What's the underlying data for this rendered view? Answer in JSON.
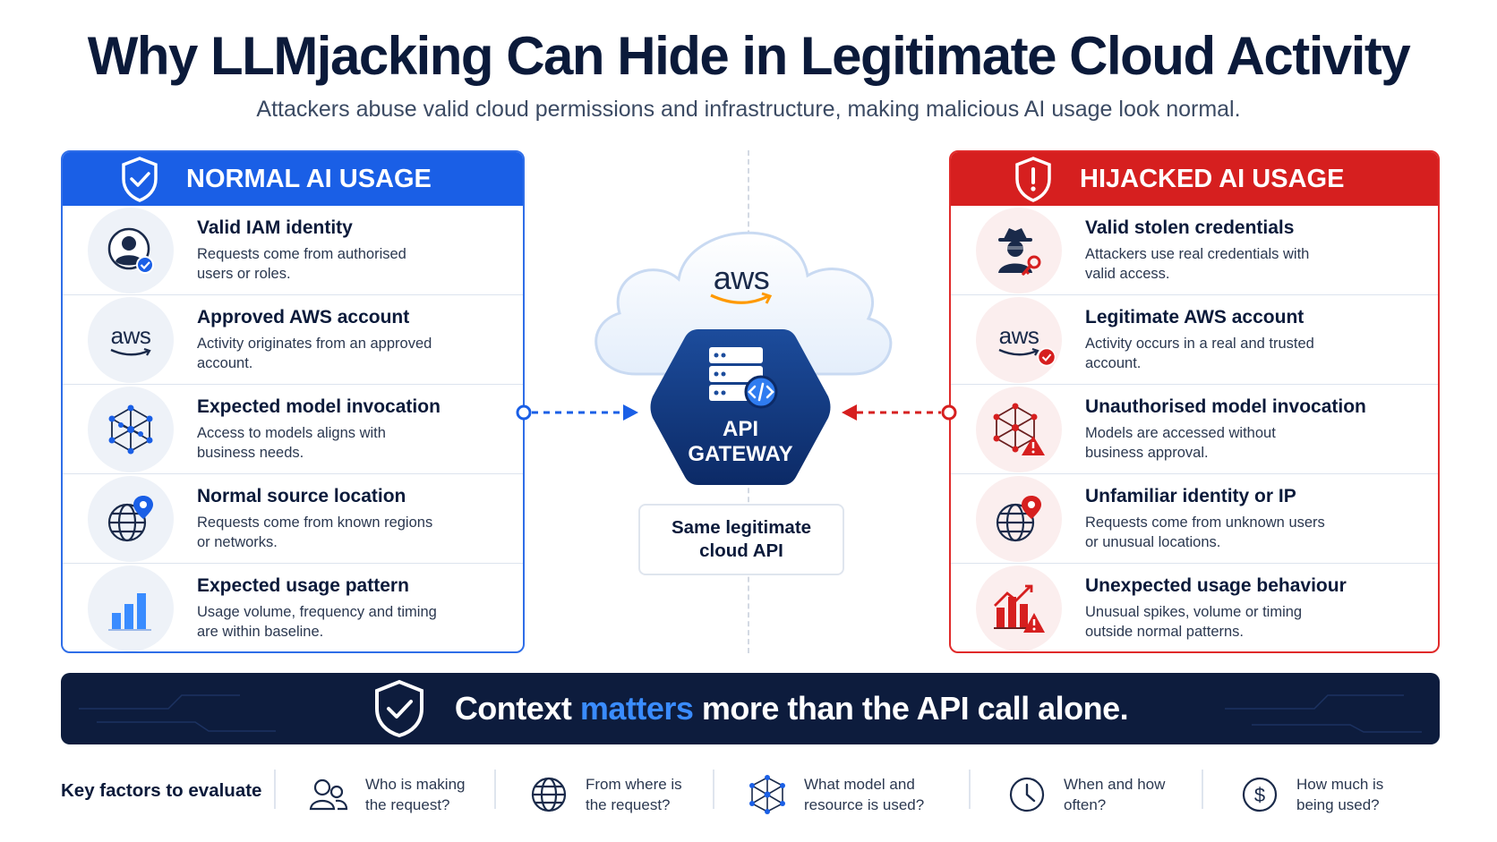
{
  "title": "Why LLMjacking Can Hide in Legitimate Cloud Activity",
  "subtitle": "Attackers abuse valid cloud permissions and infrastructure, making malicious AI usage look normal.",
  "normal": {
    "header": "NORMAL AI USAGE",
    "items": [
      {
        "title": "Valid IAM identity",
        "desc": "Requests come from authorised users or roles.",
        "icon": "user-check-icon"
      },
      {
        "title": "Approved AWS account",
        "desc": "Activity originates from an approved account.",
        "icon": "aws-logo",
        "logo": "aws"
      },
      {
        "title": "Expected model invocation",
        "desc": "Access to models aligns with business needs.",
        "icon": "neural-network-icon"
      },
      {
        "title": "Normal source location",
        "desc": "Requests come from known regions or networks.",
        "icon": "globe-pin-icon"
      },
      {
        "title": "Expected usage pattern",
        "desc": "Usage volume, frequency and timing are within baseline.",
        "icon": "bar-chart-icon"
      }
    ]
  },
  "hijacked": {
    "header": "HIJACKED AI USAGE",
    "items": [
      {
        "title": "Valid stolen credentials",
        "desc": "Attackers use real credentials with valid access.",
        "icon": "spy-key-icon"
      },
      {
        "title": "Legitimate AWS account",
        "desc": "Activity occurs in a real and trusted account.",
        "icon": "aws-logo",
        "logo": "aws"
      },
      {
        "title": "Unauthorised model invocation",
        "desc": "Models are accessed without business approval.",
        "icon": "neural-network-warning-icon"
      },
      {
        "title": "Unfamiliar identity or IP",
        "desc": "Requests come from unknown users or unusual locations.",
        "icon": "globe-pin-icon"
      },
      {
        "title": "Unexpected usage behaviour",
        "desc": "Unusual spikes, volume or timing outside normal patterns.",
        "icon": "spike-chart-warning-icon"
      }
    ]
  },
  "center": {
    "cloud_logo": "aws",
    "gateway_line1": "API",
    "gateway_line2": "GATEWAY",
    "box_text": "Same legitimate cloud API"
  },
  "banner": {
    "part1": "Context ",
    "highlight": "matters",
    "part2": " more than the API call alone."
  },
  "factors": {
    "label": "Key factors to evaluate",
    "items": [
      {
        "text": "Who is making the request?",
        "icon": "users-icon"
      },
      {
        "text": "From where is the request?",
        "icon": "globe-icon"
      },
      {
        "text": "What model and resource is used?",
        "icon": "network-icon"
      },
      {
        "text": "When and how often?",
        "icon": "clock-icon"
      },
      {
        "text": "How much is being used?",
        "icon": "dollar-icon"
      }
    ]
  },
  "colors": {
    "navy": "#0b1a3a",
    "blue": "#1a5fe6",
    "red": "#d61f1f",
    "banner": "#0d1c3d",
    "highlight": "#3a8cff"
  }
}
